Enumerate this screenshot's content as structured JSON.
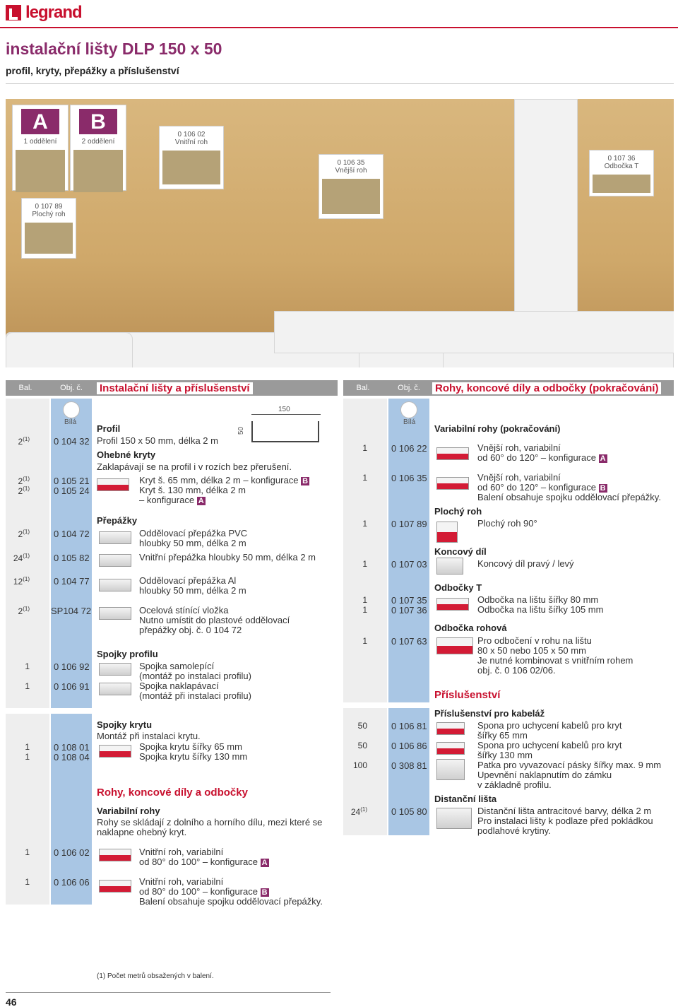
{
  "header": {
    "brand": "legrand",
    "title": "instalační lišty DLP 150 x 50",
    "subtitle": "profil, kryty, přepážky a příslušenství"
  },
  "photo": {
    "badge_a": "A",
    "badge_a_label": "1 oddělení",
    "badge_b": "B",
    "badge_b_label": "2 oddělení",
    "tile_1_ref": "0 106 02",
    "tile_1_name": "Vnitřní roh",
    "tile_2_ref": "0 106 35",
    "tile_2_name": "Vnější roh",
    "tile_3_ref": "0 107 36",
    "tile_3_name": "Odbočka T",
    "tile_4_ref": "0 107 89",
    "tile_4_name": "Plochý roh"
  },
  "left": {
    "col_bal": "Bal.",
    "col_obj": "Obj. č.",
    "section_title": "Instalační lišty a příslušenství",
    "color_label": "Bílá",
    "dim_150": "150",
    "dim_50": "50",
    "profil_title": "Profil",
    "r1_bal": "2",
    "r1_obj": "0 104 32",
    "r1_text": "Profil 150 x 50 mm, délka 2 m",
    "kryty_title": "Ohebné kryty",
    "kryty_desc": "Zaklapávají se na profil i v rozích bez přerušení.",
    "r2_bal": "2",
    "r2_obj": "0 105 21",
    "r2_text": "Kryt š. 65 mm, délka 2 m – konfigurace",
    "r3_bal": "2",
    "r3_obj": "0 105 24",
    "r3_text": "Kryt š. 130 mm, délka 2 m",
    "r3_text2": "– konfigurace",
    "prepazky_title": "Přepážky",
    "r4_bal": "2",
    "r4_obj": "0 104 72",
    "r4_text": "Oddělovací přepážka PVC",
    "r4_text2": "hloubky 50 mm, délka 2 m",
    "r5_bal": "24",
    "r5_obj": "0 105 82",
    "r5_text": "Vnitřní přepážka hloubky 50 mm, délka 2 m",
    "r6_bal": "12",
    "r6_obj": "0 104 77",
    "r6_text": "Oddělovací přepážka Al",
    "r6_text2": "hloubky 50 mm, délka 2 m",
    "r7_bal": "2",
    "r7_obj": "SP104 72",
    "r7_text": "Ocelová stínící vložka",
    "r7_text2": "Nutno umístit do plastové oddělovací",
    "r7_text3": "přepážky obj. č. 0 104 72",
    "spojky_title": "Spojky profilu",
    "r8_bal": "1",
    "r8_obj": "0 106 92",
    "r8_text": "Spojka samolepící",
    "r8_text2": "(montáž po instalaci profilu)",
    "r9_bal": "1",
    "r9_obj": "0 106 91",
    "r9_text": "Spojka naklapávací",
    "r9_text2": "(montáž při instalaci profilu)",
    "spojky_krytu_title": "Spojky krytu",
    "spojky_krytu_desc": "Montáž při instalaci krytu.",
    "r10_bal": "1",
    "r10_obj": "0 108 01",
    "r10_text": "Spojka krytu šířky 65 mm",
    "r11_bal": "1",
    "r11_obj": "0 108 04",
    "r11_text": "Spojka krytu šířky 130 mm",
    "rohy_section": "Rohy, koncové díly a odbočky",
    "var_title": "Variabilní rohy",
    "var_desc": "Rohy se skládají z dolního a horního dílu, mezi které se",
    "var_desc2": "naklapne ohebný kryt.",
    "r12_bal": "1",
    "r12_obj": "0 106 02",
    "r12_text": "Vnitřní roh, variabilní",
    "r12_text2": "od 80° do 100° – konfigurace",
    "r13_bal": "1",
    "r13_obj": "0 106 06",
    "r13_text": "Vnitřní roh, variabilní",
    "r13_text2": "od 80° do 100° – konfigurace",
    "r13_text3": "Balení obsahuje spojku oddělovací přepážky.",
    "footnote": "(1) Počet metrů obsažených v balení.",
    "sup": "(1)",
    "tag_a": "A",
    "tag_b": "B"
  },
  "right": {
    "col_bal": "Bal.",
    "col_obj": "Obj. č.",
    "section_title": "Rohy, koncové díly a odbočky (pokračování)",
    "color_label": "Bílá",
    "var_title": "Variabilní rohy (pokračování)",
    "r1_bal": "1",
    "r1_obj": "0 106 22",
    "r1_text": "Vnější roh, variabilní",
    "r1_text2": "od 60° do 120° – konfigurace",
    "r2_bal": "1",
    "r2_obj": "0 106 35",
    "r2_text": "Vnější roh, variabilní",
    "r2_text2": "od 60° do 120° – konfigurace",
    "r2_text3": "Balení obsahuje spojku oddělovací přepážky.",
    "plochy_title": "Plochý roh",
    "r3_bal": "1",
    "r3_obj": "0 107 89",
    "r3_text": "Plochý roh 90°",
    "koncovy_title": "Koncový díl",
    "r4_bal": "1",
    "r4_obj": "0 107 03",
    "r4_text": "Koncový díl pravý / levý",
    "odbocky_title": "Odbočky T",
    "r5_bal": "1",
    "r5_obj": "0 107 35",
    "r5_text": "Odbočka na lištu šířky 80 mm",
    "r6_bal": "1",
    "r6_obj": "0 107 36",
    "r6_text": "Odbočka na lištu šířky 105 mm",
    "rohova_title": "Odbočka rohová",
    "r7_bal": "1",
    "r7_obj": "0 107 63",
    "r7_text": "Pro odbočení v rohu na lištu",
    "r7_text2": "80 x 50 nebo 105 x 50 mm",
    "r7_text3": "Je nutné kombinovat s vnitřním rohem",
    "r7_text4": "obj. č. 0 106 02/06.",
    "prislusenstvi_section": "Příslušenství",
    "kabelaz_title": "Příslušenství pro kabeláž",
    "r8_bal": "50",
    "r8_obj": "0 106 81",
    "r8_text": "Spona pro uchycení kabelů pro kryt",
    "r8_text2": "šířky 65 mm",
    "r9_bal": "50",
    "r9_obj": "0 106 86",
    "r9_text": "Spona pro uchycení kabelů pro kryt",
    "r9_text2": "šířky 130 mm",
    "r10_bal": "100",
    "r10_obj": "0 308 81",
    "r10_text": "Patka pro vyvazovací pásky šířky max. 9 mm",
    "r10_text2": "Upevnění naklapnutím do zámku",
    "r10_text3": "v základně profilu.",
    "distancni_title": "Distanční lišta",
    "r11_bal": "24",
    "r11_obj": "0 105 80",
    "r11_text": "Distanční lišta antracitové barvy, délka 2 m",
    "r11_text2": "Pro instalaci lišty k podlaze před pokládkou",
    "r11_text3": "podlahové krytiny.",
    "sup": "(1)",
    "tag_a": "A",
    "tag_b": "B"
  },
  "footer": {
    "page_number": "46"
  }
}
